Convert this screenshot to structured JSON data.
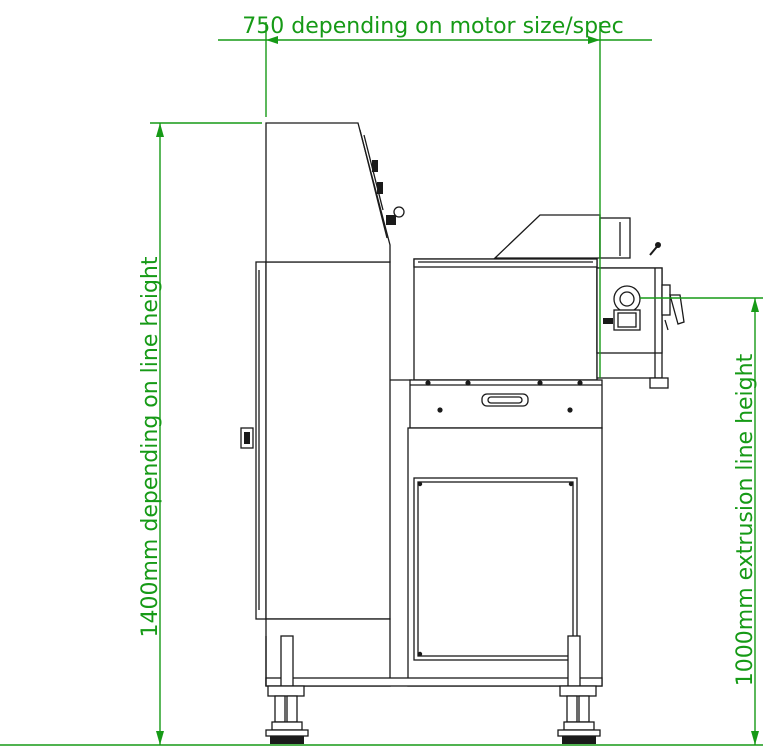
{
  "drawing": {
    "dimensions": {
      "width_label": "750 depending on motor size/spec",
      "total_height_label": "1400mm depending on line height",
      "line_height_label": "1000mm extrusion line height"
    },
    "colors": {
      "dimension_color": "#169a16",
      "line_color": "#1a1a1a",
      "background": "#ffffff"
    }
  }
}
